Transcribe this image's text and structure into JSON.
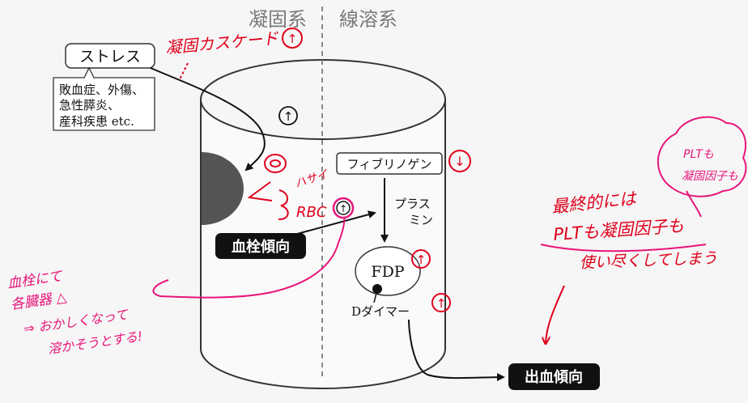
{
  "header": {
    "coag": "凝固系",
    "fibrinolysis": "線溶系"
  },
  "stress": {
    "label": "ストレス",
    "causes": [
      "敗血症、外傷、",
      "急性膵炎、",
      "産科疾患 etc."
    ]
  },
  "cylinder": {
    "up_symbol": "↑",
    "fibrinogen": "フィブリノゲン",
    "plasmin_line1": "プラス",
    "plasmin_line2": "ミン",
    "fdp": "FDP",
    "ddimer": "Dダイマー"
  },
  "outcomes": {
    "thrombosis": "血栓傾向",
    "bleeding": "出血傾向"
  },
  "annotations": {
    "cascade": "凝固カスケード",
    "cascade_mark": "↑",
    "fibrinogen_mark": "↓",
    "fdp_mark": "↑",
    "ddimer_mark": "↑",
    "rbc_line1": "ハサイ",
    "rbc_line2": "RBC",
    "rbc_mark": "↑",
    "organ_line1": "血栓にて",
    "organ_line2": "各臓器 △",
    "organ_line3": "⇒ おかしくなって",
    "organ_line4": "溶かそうとする!",
    "final_line1": "最終的には",
    "final_line2": "PLTも凝固因子も",
    "final_line3": "使い尽くしてしまう",
    "cloud_line1": "PLTも",
    "cloud_line2": "凝固因子も"
  },
  "colors": {
    "annotation_red": "#e0001b",
    "annotation_pink": "#e8157a",
    "cylinder_stroke": "#333333",
    "outcome_fill": "#111111"
  }
}
